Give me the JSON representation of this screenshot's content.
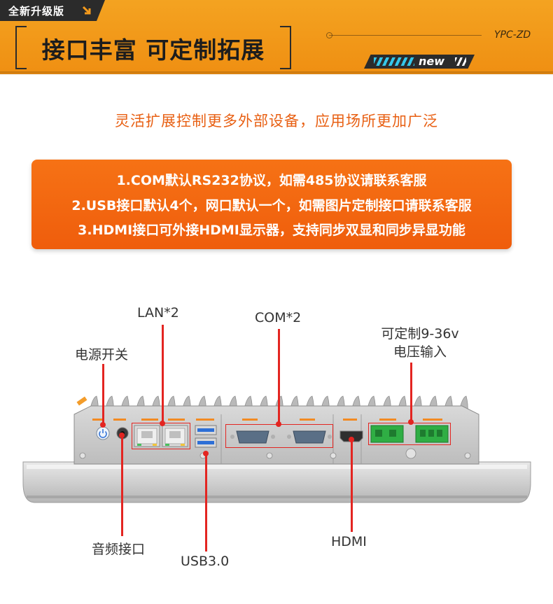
{
  "header": {
    "corner_tag": "全新升级版",
    "title": "接口丰富 可定制拓展",
    "model_code": "YPC-ZD",
    "new_badge": "new"
  },
  "subtitle": "灵活扩展控制更多外部设备，应用场所更加广泛",
  "notes": [
    "1.COM默认RS232协议，如需485协议请联系客服",
    "2.USB接口默认4个，网口默认一个，如需图片定制接口请联系客服",
    "3.HDMI接口可外接HDMI显示器，支持同步双显和同步异显功能"
  ],
  "callouts": {
    "lan": "LAN*2",
    "com": "COM*2",
    "power_input_line1": "可定制9-36v",
    "power_input_line2": "电压输入",
    "power_switch": "电源开关",
    "audio": "音频接口",
    "usb": "USB3.0",
    "hdmi": "HDMI"
  },
  "colors": {
    "banner": "#f4a321",
    "accent_orange": "#ef5d0c",
    "callout_red": "#e32521",
    "connector_green": "#2fae44",
    "port_blue": "#2d6fd6"
  },
  "icons": [
    "arrow-down-right-icon",
    "power-icon"
  ]
}
